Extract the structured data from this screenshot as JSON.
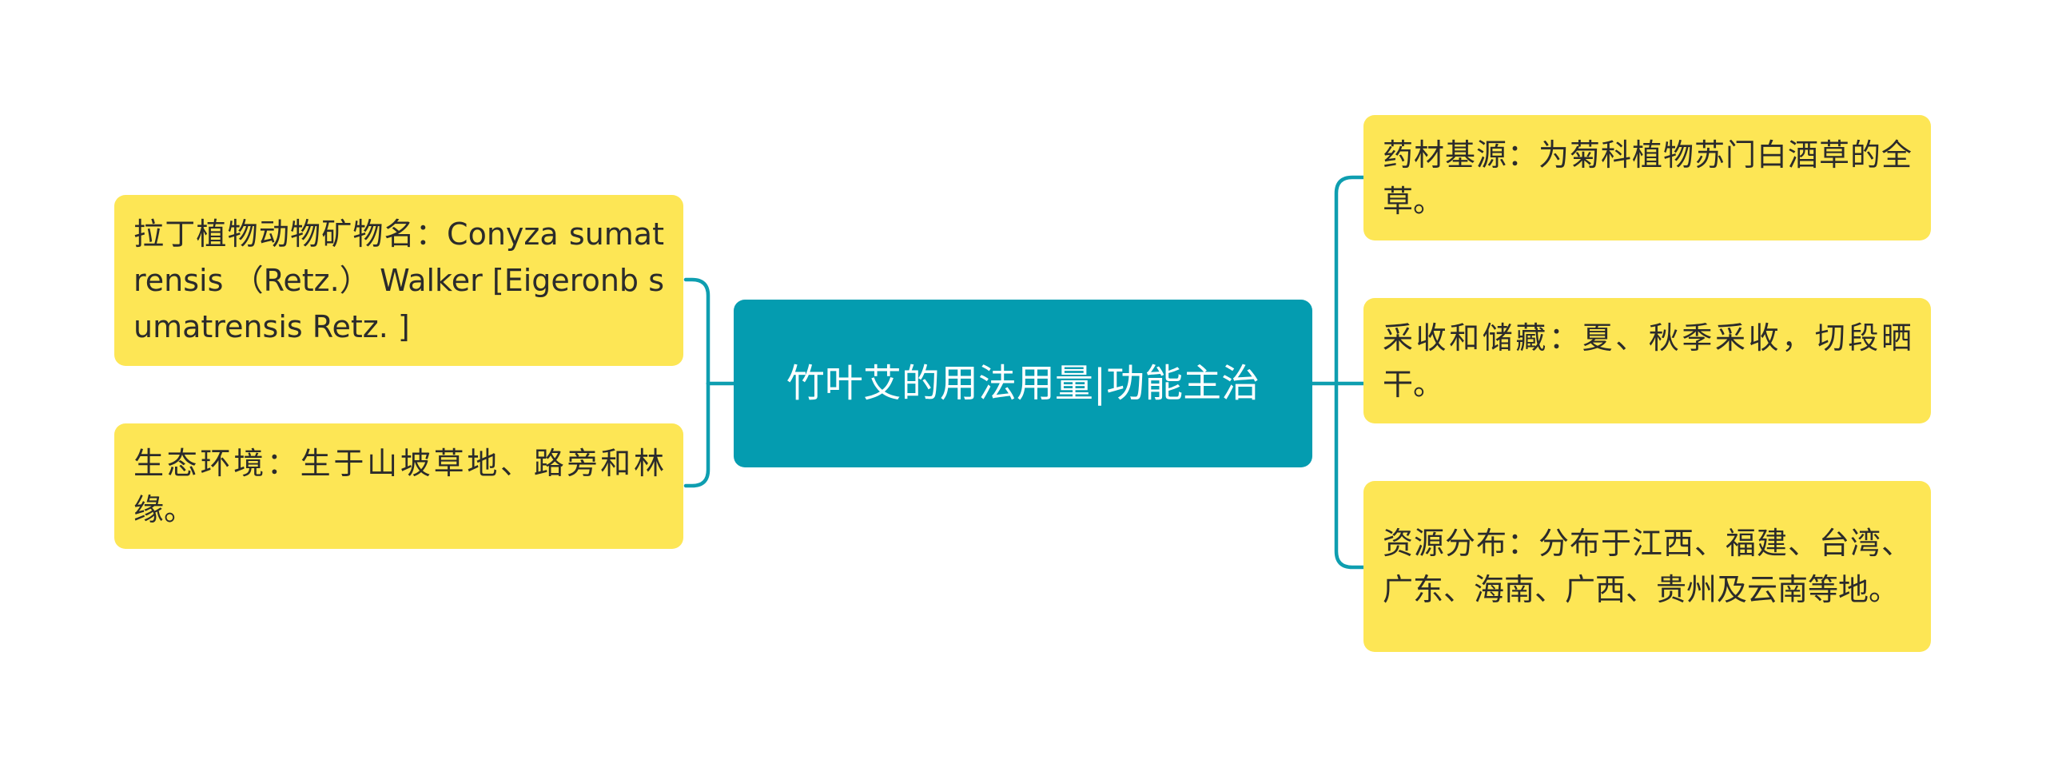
{
  "mindmap": {
    "root": {
      "label": "竹叶艾的用法用量|功能主治",
      "fill": "#049cb0",
      "text_color": "#ffffff"
    },
    "branch_color": "#0e9eb0",
    "topic_fill": "#fde655",
    "left_topics": [
      {
        "label": "拉丁植物动物矿物名：Conyza sumatrensis （Retz.） Walker [Eigeronb sumatrensis Retz. ]"
      },
      {
        "label": "生态环境：生于山坡草地、路旁和林缘。"
      }
    ],
    "right_topics": [
      {
        "label": "药材基源：为菊科植物苏门白酒草的全草。"
      },
      {
        "label": "采收和储藏：夏、秋季采收，切段晒干。"
      },
      {
        "label": "资源分布：分布于江西、福建、台湾、广东、海南、广西、贵州及云南等地。"
      }
    ]
  }
}
